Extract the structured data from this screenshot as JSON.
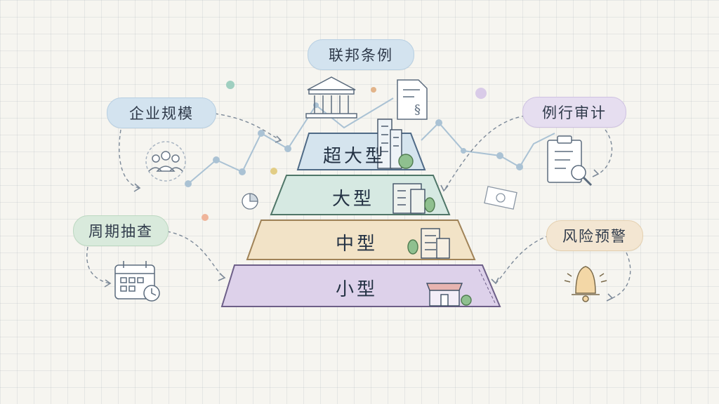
{
  "pyramid": {
    "tiers": [
      {
        "label": "超大型",
        "fill": "#d5e4ee",
        "stroke": "#4f6a86"
      },
      {
        "label": "大型",
        "fill": "#d6e9e2",
        "stroke": "#4f7668"
      },
      {
        "label": "中型",
        "fill": "#f2e3c7",
        "stroke": "#a08358"
      },
      {
        "label": "小型",
        "fill": "#ddd1ea",
        "stroke": "#6d5f88"
      }
    ]
  },
  "callouts": {
    "federal_rules": "联邦条例",
    "company_size": "企业规模",
    "routine_audit": "例行审计",
    "periodic_check": "周期抽查",
    "risk_alert": "风险预警"
  },
  "icons": {
    "courthouse": "courthouse-icon",
    "document": "legal-document-icon",
    "people": "people-group-icon",
    "clipboard": "audit-clipboard-icon",
    "calendar": "calendar-clock-icon",
    "bell": "alert-bell-icon",
    "money": "money-bill-icon",
    "pie": "pie-chart-icon"
  }
}
